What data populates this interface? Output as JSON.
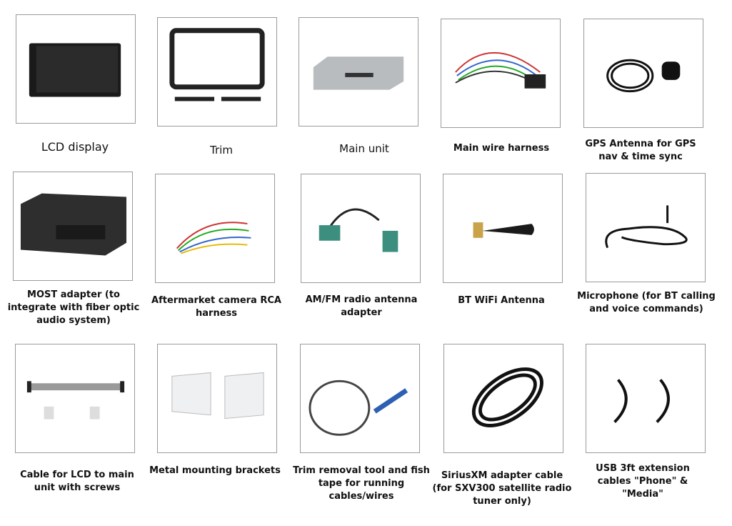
{
  "items": [
    {
      "label": "LCD display",
      "icon": "lcd-display-image"
    },
    {
      "label": "Trim",
      "icon": "trim-image"
    },
    {
      "label": "Main unit",
      "icon": "main-unit-image"
    },
    {
      "label": "Main wire harness",
      "icon": "wire-harness-image"
    },
    {
      "label": "GPS Antenna for GPS nav & time sync",
      "icon": "gps-antenna-image"
    },
    {
      "label": "MOST adapter (to integrate with fiber optic audio system)",
      "icon": "most-adapter-image"
    },
    {
      "label": "Aftermarket camera RCA harness",
      "icon": "camera-harness-image"
    },
    {
      "label": "AM/FM radio antenna adapter",
      "icon": "radio-adapter-image"
    },
    {
      "label": "BT WiFi Antenna",
      "icon": "bt-antenna-image"
    },
    {
      "label": "Microphone (for BT calling and voice commands)",
      "icon": "microphone-image"
    },
    {
      "label": "Cable for LCD to main unit with screws",
      "icon": "lcd-cable-image"
    },
    {
      "label": "Metal mounting brackets",
      "icon": "brackets-image"
    },
    {
      "label": "Trim removal tool and fish tape for running cables/wires",
      "icon": "trim-tool-image"
    },
    {
      "label": "SiriusXM adapter cable (for SXV300 satellite radio tuner only)",
      "icon": "siriusxm-cable-image"
    },
    {
      "label": "USB 3ft extension cables \"Phone\" & \"Media\"",
      "icon": "usb-cable-image"
    }
  ]
}
